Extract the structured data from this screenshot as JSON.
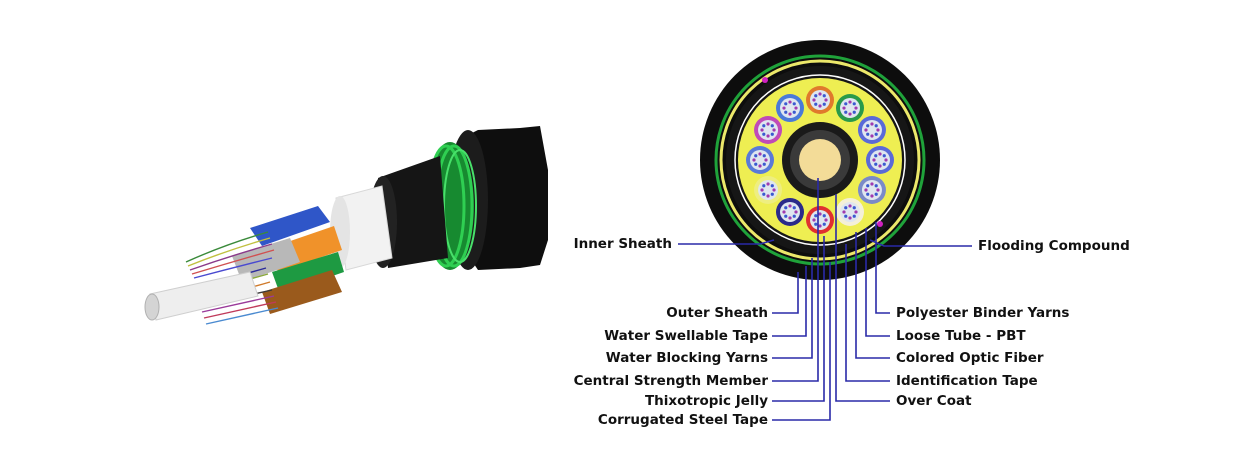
{
  "colors": {
    "jacket": "#0d0d0d",
    "steel_tape": "#1fa23a",
    "water_tape": "#ece86a",
    "inner_sheath": "#161616",
    "gel_fill": "#eeee52",
    "central_member": "#f3dc98",
    "leader_line": "#2a2aa8",
    "label_text": "#111111"
  },
  "cross_section": {
    "labels_left": [
      "Inner Sheath",
      "Outer Sheath",
      "Water Swellable Tape",
      "Water Blocking Yarns",
      "Central Strength Member",
      "Thixotropic Jelly",
      "Corrugated Steel Tape"
    ],
    "labels_right": [
      "Flooding Compound",
      "Polyester Binder Yarns",
      "Loose Tube - PBT",
      "Colored Optic Fiber",
      "Identification Tape",
      "Over Coat"
    ],
    "loose_tube_colors": [
      "#e07a2c",
      "#2a9a4a",
      "#5a6ad8",
      "#5a6ad8",
      "#7a8ac8",
      "#f4f0d8",
      "#e03030",
      "#2a2a8a",
      "#eeee80",
      "#5a7ad8",
      "#c04ab8",
      "#4a7ad8"
    ]
  },
  "illustration": {
    "name": "cut-away cable"
  }
}
